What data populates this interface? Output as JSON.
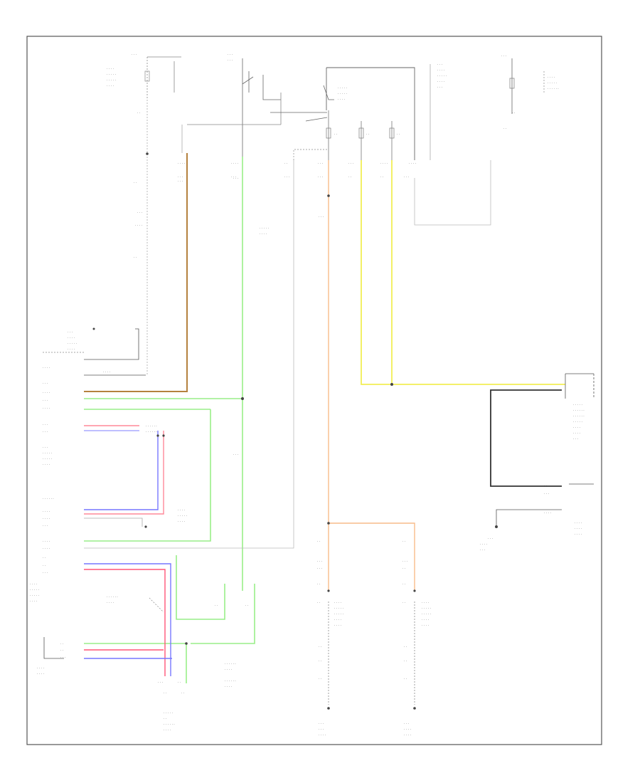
{
  "diagram": {
    "footer": "",
    "colors": {
      "frame": "#555555",
      "wire_gray": "#aaaaaa",
      "wire_black": "#333333",
      "wire_brown": "#b5813e",
      "wire_green": "#99ee88",
      "wire_yellow": "#f2ee55",
      "wire_orange": "#f7bc8a",
      "wire_pink": "#ff8899",
      "wire_blue": "#7777ff",
      "wire_red": "#ff5577",
      "wire_lightblue": "#aaaaff"
    },
    "components": [
      {
        "id": "battery-fuse-top-left",
        "label": ""
      },
      {
        "id": "ignition-relay-top",
        "label": ""
      },
      {
        "id": "relay-box-top-center",
        "label": ""
      },
      {
        "id": "fuse-top-right",
        "label": ""
      },
      {
        "id": "control-module-left",
        "label": ""
      },
      {
        "id": "sensor-left-mid",
        "label": ""
      },
      {
        "id": "connector-bottom-left",
        "label": ""
      },
      {
        "id": "ground-bottom-left",
        "label": ""
      },
      {
        "id": "right-module",
        "label": ""
      },
      {
        "id": "ground-right",
        "label": ""
      },
      {
        "id": "sensor-bottom-center",
        "label": ""
      },
      {
        "id": "sensor-bottom-right",
        "label": ""
      },
      {
        "id": "legend-bottom",
        "label": ""
      }
    ]
  }
}
